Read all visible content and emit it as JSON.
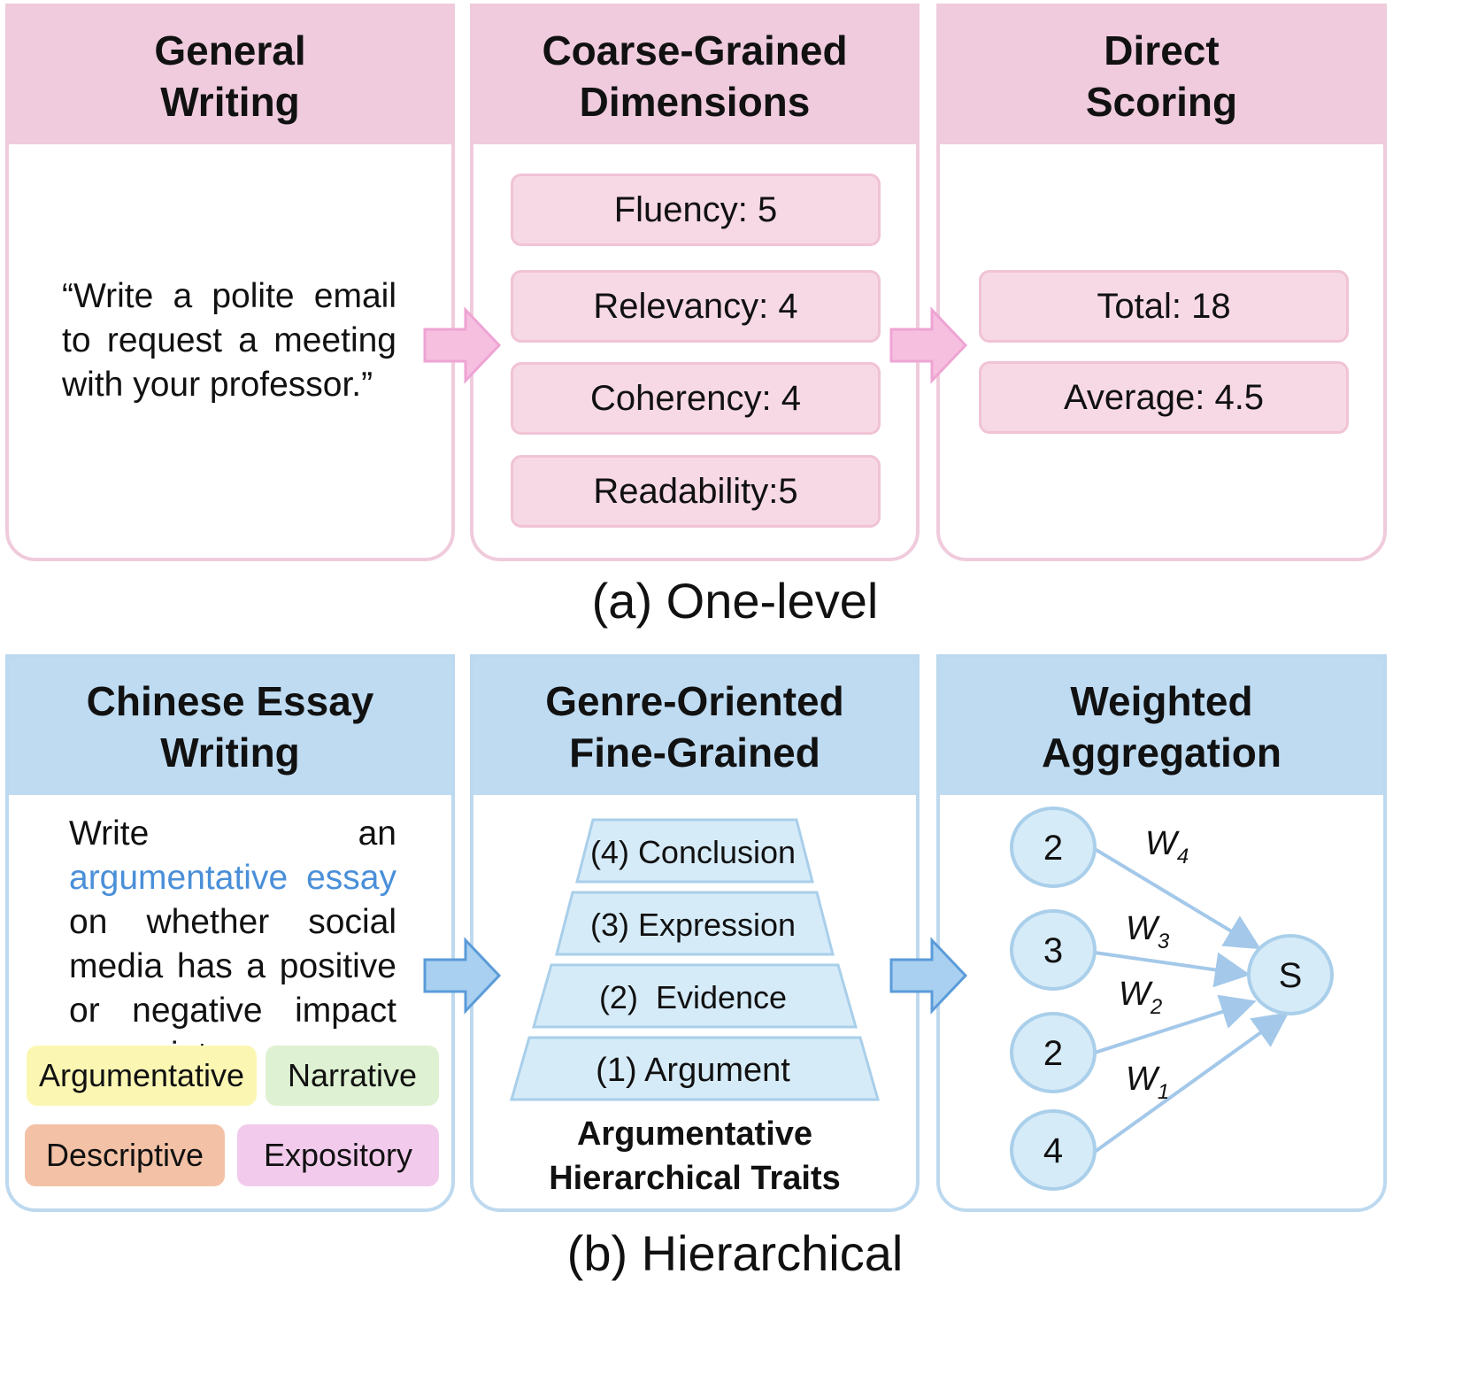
{
  "one_level": {
    "caption": "(a) One-level",
    "col1": {
      "title": "General\nWriting",
      "prompt": "“Write a polite email to request a meeting with your professor.”"
    },
    "col2": {
      "title": "Coarse-Grained\nDimensions",
      "items": [
        "Fluency: 5",
        "Relevancy: 4",
        "Coherency: 4",
        "Readability:5"
      ]
    },
    "col3": {
      "title": "Direct\nScoring",
      "items": [
        "Total: 18",
        "Average: 4.5"
      ]
    }
  },
  "hierarchical": {
    "caption": "(b) Hierarchical",
    "col1": {
      "title": "Chinese Essay\nWriting",
      "prompt_before": "Write an ",
      "prompt_highlight": "argumentative essay",
      "prompt_after": " on whether social media has a positive or negative impact on society.",
      "genres": [
        {
          "label": "Argumentative",
          "color": "#fbf7b3"
        },
        {
          "label": "Narrative",
          "color": "#def1d2"
        },
        {
          "label": "Descriptive",
          "color": "#f3c2a6"
        },
        {
          "label": "Expository",
          "color": "#f2cbec"
        }
      ]
    },
    "col2": {
      "title": "Genre-Oriented\nFine-Grained",
      "pyramid": [
        "(4) Conclusion",
        "(3) Expression",
        "(2)  Evidence",
        "(1) Argument"
      ],
      "label": "Argumentative\nHierarchical Traits"
    },
    "col3": {
      "title": "Weighted\nAggregation",
      "nodes": [
        "2",
        "3",
        "2",
        "4"
      ],
      "target": "S",
      "weights": [
        {
          "base": "W",
          "sub": "4"
        },
        {
          "base": "W",
          "sub": "3"
        },
        {
          "base": "W",
          "sub": "2"
        },
        {
          "base": "W",
          "sub": "1"
        }
      ]
    }
  },
  "colors": {
    "pink_header": "#efcbdd",
    "pink_pill": "#f7d9e5",
    "blue_header": "#bedbf2",
    "blue_shape": "#d6ebf8",
    "highlight": "#4a8fd8"
  }
}
